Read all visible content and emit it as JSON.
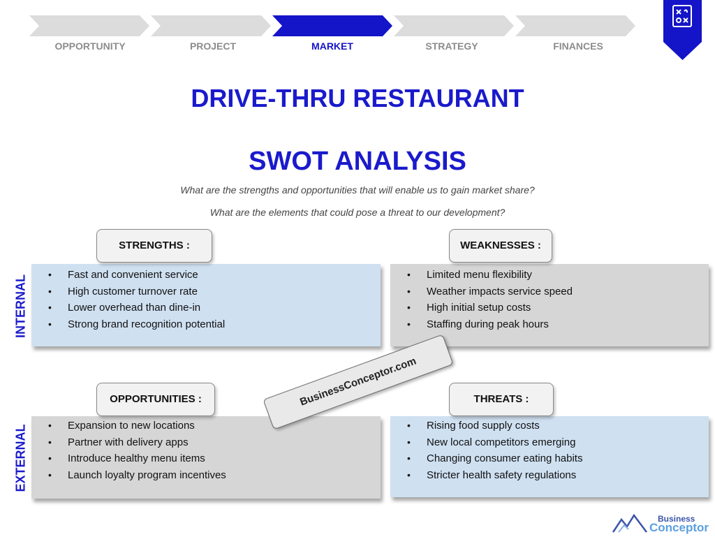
{
  "nav": {
    "steps": [
      {
        "label": "OPPORTUNITY",
        "active": false
      },
      {
        "label": "PROJECT",
        "active": false
      },
      {
        "label": "MARKET",
        "active": true
      },
      {
        "label": "STRATEGY",
        "active": false
      },
      {
        "label": "FINANCES",
        "active": false
      }
    ],
    "active_color": "#1414c8",
    "inactive_color": "#dcdcdc"
  },
  "bookmark": {
    "icon": "strategy-board-icon",
    "color": "#1414c8"
  },
  "header": {
    "title": "DRIVE-THRU RESTAURANT",
    "subtitle": "SWOT ANALYSIS",
    "question_1": "What are the strengths and opportunities that will enable us to gain market share?",
    "question_2": "What are the elements that could pose a threat to our development?"
  },
  "axis": {
    "internal": "INTERNAL",
    "external": "EXTERNAL"
  },
  "swot": {
    "strengths": {
      "label": "STRENGTHS :",
      "items": [
        "Fast and convenient service",
        "High customer turnover rate",
        "Lower overhead than dine-in",
        "Strong brand recognition potential"
      ]
    },
    "weaknesses": {
      "label": "WEAKNESSES :",
      "items": [
        "Limited menu flexibility",
        "Weather impacts service speed",
        "High initial setup costs",
        "Staffing during peak hours"
      ]
    },
    "opportunities": {
      "label": "OPPORTUNITIES :",
      "items": [
        "Expansion to new locations",
        "Partner with delivery apps",
        "Introduce healthy menu items",
        "Launch loyalty program incentives"
      ]
    },
    "threats": {
      "label": "THREATS :",
      "items": [
        "Rising food supply costs",
        "New local competitors emerging",
        "Changing consumer eating habits",
        "Stricter health safety regulations"
      ]
    }
  },
  "watermark": "BusinessConceptor.com",
  "logo": {
    "line1": "Business",
    "line2": "Conceptor",
    "icon": "mountain-logo-icon"
  }
}
